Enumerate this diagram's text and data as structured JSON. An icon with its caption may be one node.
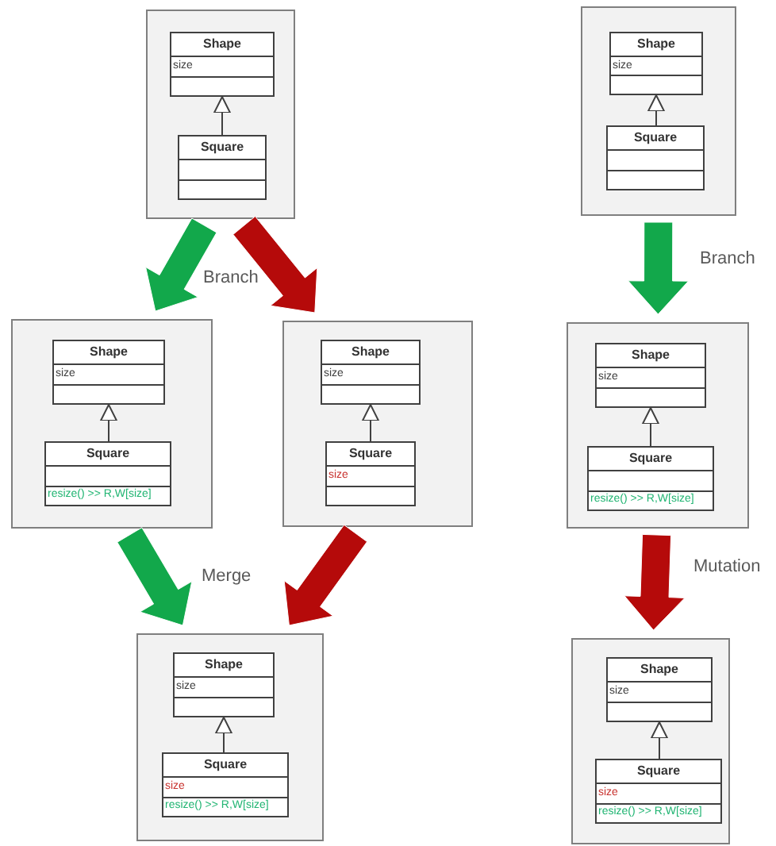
{
  "diagram": {
    "nodes": [
      {
        "text": [],
        "shape": "box"
      },
      {
        "text": [
          "Shape"
        ],
        "in": 0
      },
      {
        "text": [
          "size"
        ],
        "in": 1
      },
      {
        "text": [],
        "shape": "box",
        "in": 1
      },
      {
        "text": [
          "Square"
        ],
        "in": 0
      },
      {
        "text": [],
        "shape": "box",
        "in": 4
      },
      {
        "text": [],
        "shape": "box",
        "in": 4
      },
      {
        "text": [],
        "shape": "box"
      },
      {
        "text": [
          "Shape"
        ],
        "in": 7
      },
      {
        "text": [
          "size"
        ],
        "in": 8
      },
      {
        "text": [],
        "shape": "box",
        "in": 8
      },
      {
        "text": [
          "Square"
        ],
        "in": 7
      },
      {
        "text": [],
        "shape": "box",
        "in": 11
      },
      {
        "text": [],
        "shape": "box",
        "in": 11
      },
      {
        "text": [],
        "shape": "box"
      },
      {
        "text": [
          "Shape"
        ],
        "in": 14
      },
      {
        "text": [
          "size"
        ],
        "in": 15
      },
      {
        "text": [],
        "shape": "box",
        "in": 15
      },
      {
        "text": [
          "Square"
        ],
        "in": 14
      },
      {
        "text": [],
        "shape": "box",
        "in": 18
      },
      {
        "text": [
          "resize() >> R,W[size]"
        ],
        "in": 18
      },
      {
        "text": [],
        "shape": "box"
      },
      {
        "text": [
          "Shape"
        ],
        "in": 21
      },
      {
        "text": [
          "size"
        ],
        "in": 22
      },
      {
        "text": [],
        "shape": "box",
        "in": 22
      },
      {
        "text": [
          "Square"
        ],
        "in": 21
      },
      {
        "text": [
          "size"
        ],
        "in": 25
      },
      {
        "text": [],
        "shape": "box",
        "in": 25
      },
      {
        "text": [],
        "shape": "box"
      },
      {
        "text": [
          "Shape"
        ],
        "in": 28
      },
      {
        "text": [
          "size"
        ],
        "in": 29
      },
      {
        "text": [],
        "shape": "box",
        "in": 29
      },
      {
        "text": [
          "Square"
        ],
        "in": 28
      },
      {
        "text": [],
        "shape": "box",
        "in": 32
      },
      {
        "text": [
          "resize() >> R,W[size]"
        ],
        "in": 32
      },
      {
        "text": [],
        "shape": "box"
      },
      {
        "text": [
          "Shape"
        ],
        "in": 35
      },
      {
        "text": [
          "size"
        ],
        "in": 36
      },
      {
        "text": [],
        "shape": "box",
        "in": 36
      },
      {
        "text": [
          "Square"
        ],
        "in": 35
      },
      {
        "text": [
          "size"
        ],
        "in": 39
      },
      {
        "text": [
          "resize() >> R,W[size]"
        ],
        "in": 39
      },
      {
        "text": [],
        "shape": "box"
      },
      {
        "text": [
          "Shape"
        ],
        "in": 42
      },
      {
        "text": [
          "size"
        ],
        "in": 43
      },
      {
        "text": [],
        "shape": "box",
        "in": 43
      },
      {
        "text": [
          "Square"
        ],
        "in": 42
      },
      {
        "text": [
          "size"
        ],
        "in": 46
      },
      {
        "text": [
          "resize() >> R,W[size]"
        ],
        "in": 46
      }
    ],
    "edges": [
      {
        "from": 4,
        "to": 1,
        "arrow": "to"
      },
      {
        "from": 11,
        "to": 8,
        "arrow": "to"
      },
      {
        "from": 18,
        "to": 15,
        "arrow": "to"
      },
      {
        "from": 25,
        "to": 22,
        "arrow": "to"
      },
      {
        "from": 32,
        "to": 29,
        "arrow": "to"
      },
      {
        "from": 39,
        "to": 36,
        "arrow": "to"
      },
      {
        "from": 46,
        "to": 43,
        "arrow": "to"
      },
      {
        "from": 0,
        "to": 14,
        "arrow": "to",
        "label": "Branch",
        "style": "thick",
        "color": "#12a84b"
      },
      {
        "from": 0,
        "to": 21,
        "arrow": "to",
        "style": "thick",
        "color": "#b50a0a"
      },
      {
        "from": 14,
        "to": 35,
        "arrow": "to",
        "label": "Merge",
        "style": "thick",
        "color": "#12a84b"
      },
      {
        "from": 21,
        "to": 35,
        "arrow": "to",
        "style": "thick",
        "color": "#b50a0a"
      },
      {
        "from": 7,
        "to": 28,
        "arrow": "to",
        "label": "Branch",
        "style": "thick",
        "color": "#12a84b"
      },
      {
        "from": 28,
        "to": 42,
        "arrow": "to",
        "label": "Mutation",
        "style": "thick",
        "color": "#b50a0a"
      }
    ]
  }
}
